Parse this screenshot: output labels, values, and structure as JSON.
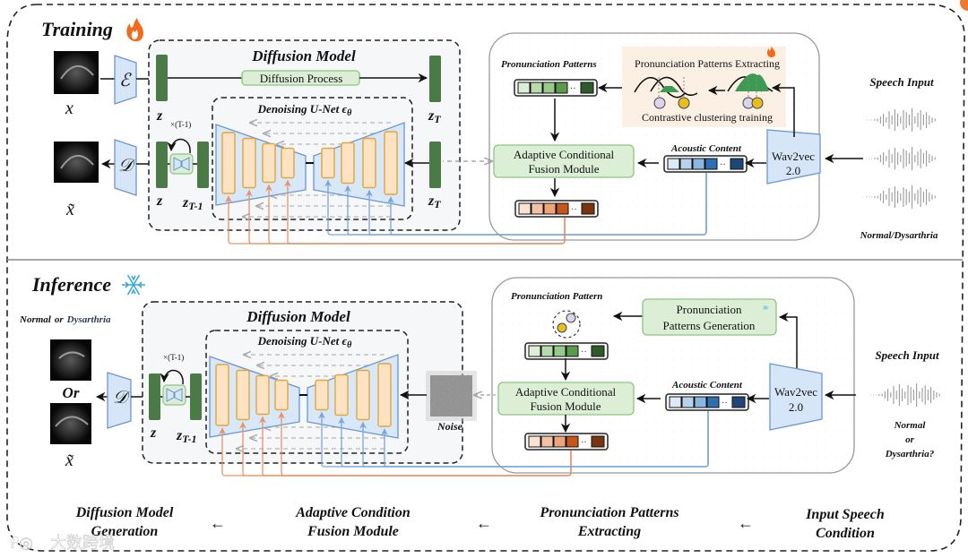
{
  "training": {
    "title": "Training",
    "flame_icon": "fire-icon",
    "input_label": "x",
    "output_label": "x̃",
    "encoder_label": "ℰ",
    "decoder_label": "𝒟",
    "diffusion_model_title": "Diffusion Model",
    "diffusion_process_label": "Diffusion Process",
    "z_label_top": "z",
    "z_label_bottom": "z",
    "zT_label_top": "z",
    "zT_label_bottom": "z",
    "zT_sub": "T",
    "zT1_label": "z",
    "zT1_sub": "T-1",
    "loop_label": "×(T-1)",
    "unet_title": "Denoising U-Net ϵ",
    "unet_sub": "θ",
    "pronunciation_patterns_label": "Pronunciation Patterns",
    "extracting_title": "Pronunciation Patterns Extracting",
    "clustering_label": "Contrastive clustering training",
    "acfm_line1": "Adaptive Conditional",
    "acfm_line2": "Fusion Module",
    "acoustic_content_label": "Acoustic Content",
    "wav2vec_line1": "Wav2vec",
    "wav2vec_line2": "2.0",
    "speech_input_label": "Speech Input",
    "speech_class_label": "Normal/Dysarthria"
  },
  "inference": {
    "title": "Inference",
    "snowflake_icon": "snowflake-icon",
    "output_class_normal": "Normal",
    "output_class_or": "or",
    "output_class_dysarthria": "Dysarthria",
    "or_label": "Or",
    "output_label": "x̃",
    "decoder_label": "𝒟",
    "diffusion_model_title": "Diffusion Model",
    "unet_title": "Denoising U-Net ϵ",
    "unet_sub": "θ",
    "z_label": "z",
    "zT1_label": "z",
    "zT1_sub": "T-1",
    "loop_label": "×(T-1)",
    "noise_label": "Noise",
    "pronunciation_pattern_label": "Pronunciation Pattern",
    "ppg_line1": "Pronunciation",
    "ppg_line2": "Patterns Generation",
    "acfm_line1": "Adaptive Conditional",
    "acfm_line2": "Fusion Module",
    "acoustic_content_label": "Acoustic Content",
    "wav2vec_line1": "Wav2vec",
    "wav2vec_line2": "2.0",
    "speech_input_label": "Speech Input",
    "speech_q_line1": "Normal",
    "speech_q_line2": "or",
    "speech_q_line3": "Dysarthria?"
  },
  "pipeline": [
    {
      "line1": "Diffusion Model",
      "line2": "Generation"
    },
    {
      "line1": "Adaptive Condition",
      "line2": "Fusion Module"
    },
    {
      "line1": "Pronunciation Patterns",
      "line2": "Extracting"
    },
    {
      "line1": "Input Speech",
      "line2": "Condition"
    }
  ],
  "pipeline_arrow": "←",
  "watermark": "大数跨境",
  "colors": {
    "green_dark": "#4a7a45",
    "green_box_fill": "#dcefd6",
    "green_box_stroke": "#8cc47f",
    "blue_fill": "#d6e6f8",
    "blue_stroke": "#6a96cf",
    "orange_fill": "#fde3c4",
    "orange_stroke": "#e0a53c",
    "orange_line": "#e5936a",
    "blue_line": "#7aa6d8",
    "panel_fill": "#f6f7f9",
    "extract_bg": "#fcefe3",
    "vec_green": [
      "#dcefd6",
      "#b6dcac",
      "#98cb8a",
      "#5a9a4c",
      "#2f5a2a"
    ],
    "vec_blue": [
      "#dce9f6",
      "#b8d2ee",
      "#8ab6e2",
      "#2e6fb4",
      "#1e4678"
    ],
    "vec_orange": [
      "#fbe2d2",
      "#f4c2a2",
      "#eea579",
      "#c8561a",
      "#7a3410"
    ]
  }
}
